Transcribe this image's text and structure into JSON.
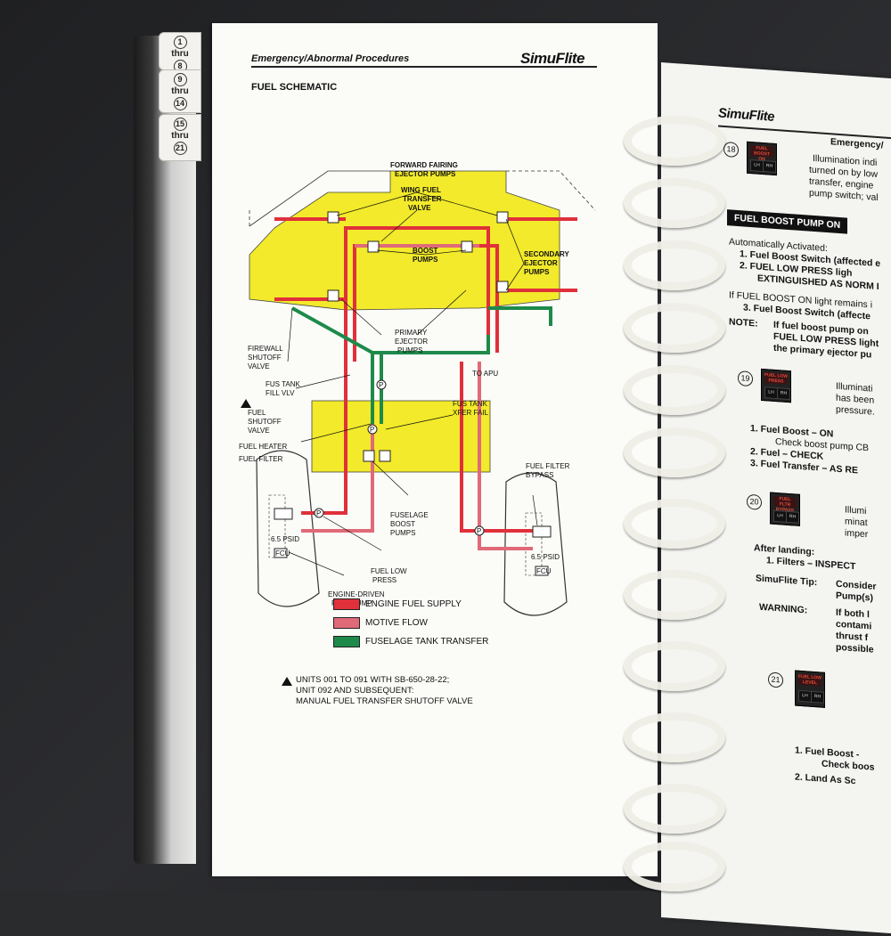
{
  "tabs": [
    {
      "top": "1",
      "mid": "thru",
      "bot": "8"
    },
    {
      "top": "9",
      "mid": "thru",
      "bot": "14"
    },
    {
      "top": "15",
      "mid": "thru",
      "bot": "21"
    }
  ],
  "left_page": {
    "header": "Emergency/Abnormal Procedures",
    "logo": "SimuFlite",
    "section_title": "FUEL SCHEMATIC",
    "schematic": {
      "labels": {
        "fwd_fairing": "FORWARD FAIRING",
        "ejector_pumps": "EJECTOR PUMPS",
        "wing_fuel": "WING FUEL",
        "transfer": "TRANSFER",
        "valve": "VALVE",
        "boost": "BOOST",
        "pumps": "PUMPS",
        "secondary": "SECONDARY",
        "ejector": "EJECTOR",
        "primary": "PRIMARY",
        "firewall": "FIREWALL",
        "shutoff": "SHUTOFF",
        "fus_tank": "FUS TANK",
        "fill_vlv": "FILL VLV",
        "to_apu": "TO APU",
        "xfer_fail": "XFER FAIL",
        "fuel": "FUEL",
        "shutoff_q": "SHUTOFF",
        "fuel_heater": "FUEL HEATER",
        "fuel_filter": "FUEL FILTER",
        "fuel_filter_r": "FUEL FILTER",
        "bypass": "BYPASS",
        "fuselage": "FUSELAGE",
        "fuel_low": "FUEL LOW",
        "press": "PRESS",
        "engine_driven": "ENGINE-DRIVEN",
        "fuel_pump": "FUEL PUMP",
        "psid_l": "6.5 PSID",
        "psid_r": "6.5 PSID",
        "fcu": "FCU",
        "p": "P"
      }
    },
    "legend": [
      {
        "label": "ENGINE FUEL SUPPLY",
        "color": "#e0303a"
      },
      {
        "label": "MOTIVE FLOW",
        "color": "#e06a78"
      },
      {
        "label": "FUSELAGE TANK TRANSFER",
        "color": "#1e8a4a"
      }
    ],
    "note": {
      "line1": "UNITS 001 TO 091 WITH SB-650-28-22;",
      "line2": "UNIT 092 AND SUBSEQUENT:",
      "line3": "MANUAL FUEL TRANSFER SHUTOFF VALVE"
    }
  },
  "right_page": {
    "logo": "SimuFlite",
    "header": "Emergency/",
    "item18": {
      "num": "18",
      "annun_label": "FUEL BOOST ON",
      "l": "LH",
      "r": "RH",
      "lines": [
        "Illumination indi",
        "turned on by low",
        "transfer, engine",
        "pump switch; val"
      ]
    },
    "boost_title": "FUEL BOOST PUMP ON",
    "auto": "Automatically Activated:",
    "auto_items": [
      "1.   Fuel Boost Switch (affected e",
      "2.   FUEL LOW PRESS ligh",
      "EXTINGUISHED AS NORM I"
    ],
    "if_line": "If FUEL BOOST ON light remains i",
    "item3": "3.   Fuel Boost Switch (affecte",
    "note_label": "NOTE:",
    "note_lines": [
      "If fuel boost pump on",
      "FUEL LOW PRESS light",
      "the primary ejector pu"
    ],
    "item19": {
      "num": "19",
      "annun_label": "FUEL LOW PRESS",
      "l": "LH",
      "r": "RH",
      "lines": [
        "Illuminati",
        "has been",
        "pressure."
      ]
    },
    "steps19": [
      "1.   Fuel Boost – ON",
      "Check boost pump CB",
      "2.   Fuel – CHECK",
      "3.   Fuel Transfer – AS RE"
    ],
    "item20": {
      "num": "20",
      "annun_label": "FUEL FLTR BYPASS",
      "l": "LH",
      "r": "RH",
      "lines": [
        "Illumi",
        "minat",
        "imper"
      ]
    },
    "after_landing": "After landing:",
    "filters": "1.   Filters – INSPECT",
    "tip_label": "SimuFlite Tip:",
    "tip_lines": [
      "Consider",
      "Pump(s)"
    ],
    "warning_label": "WARNING:",
    "warning_lines": [
      "If both l",
      "contami",
      "thrust f",
      "possible"
    ],
    "item21": {
      "num": "21",
      "annun_label": "FUEL LOW LEVEL",
      "l": "LH",
      "r": "RH"
    },
    "steps21": [
      "1.   Fuel Boost -",
      "Check boos",
      "2.   Land As Sc"
    ]
  }
}
